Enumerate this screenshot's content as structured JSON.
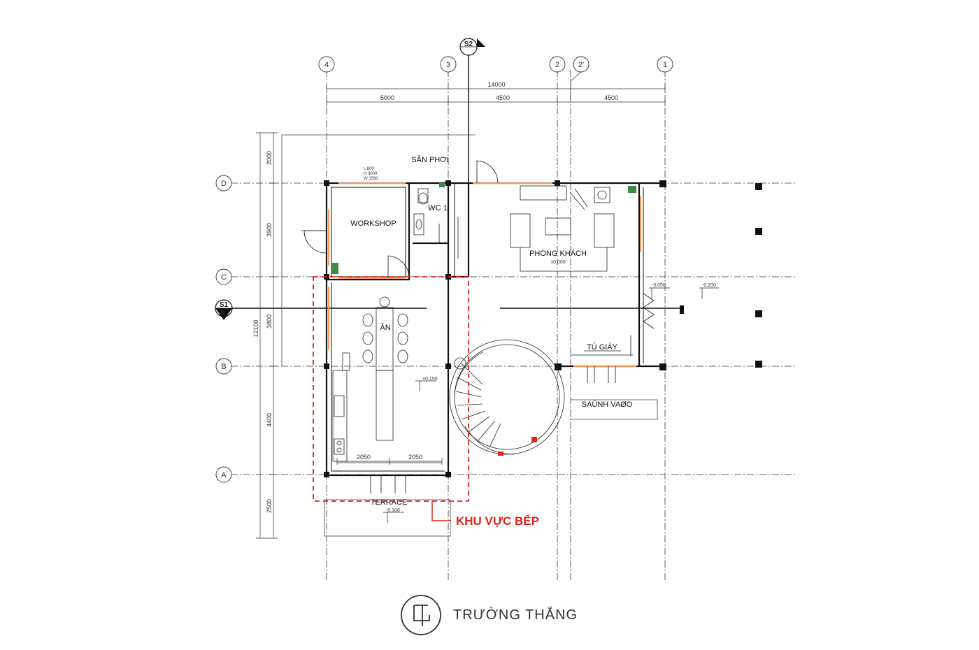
{
  "colors": {
    "line": "#222222",
    "accent": "#e0231c",
    "wall": "#111111",
    "window": "#f39a5c",
    "green": "#3c8a4b"
  },
  "grid": {
    "columns": [
      "4",
      "3",
      "S2",
      "2",
      "2'",
      "1"
    ],
    "rows": [
      "D",
      "C",
      "S1",
      "B",
      "A"
    ]
  },
  "dims": {
    "total": "14000",
    "top": [
      "5000",
      "4500",
      "4500"
    ],
    "left_total": "12100",
    "left": [
      "2000",
      "3900",
      "3800",
      "4400",
      "2500"
    ],
    "kitchen": [
      "2050",
      "2050"
    ]
  },
  "rooms": {
    "san_phoi": "SÂN PHƠI",
    "workshop": "WORKSHOP",
    "wc": "WC 1",
    "phong_khach": "PHÒNG KHÁCH",
    "an": "ĂN",
    "tu_giay": "TỦ GIÀY",
    "sanh_vao": "SAÛNH VAØO",
    "terrace": "TERRACE"
  },
  "window_spec": [
    "L 800",
    "H 3000",
    "W 1580"
  ],
  "levels": {
    "living": "±0.000",
    "kitchen": "+0.150",
    "terrace": "-0.100",
    "hall_a": "-0.050",
    "hall_b": "-0.200"
  },
  "annotation": "KHU VỰC BẾP",
  "brand": {
    "name": "TRƯỜNG THẮNG"
  }
}
